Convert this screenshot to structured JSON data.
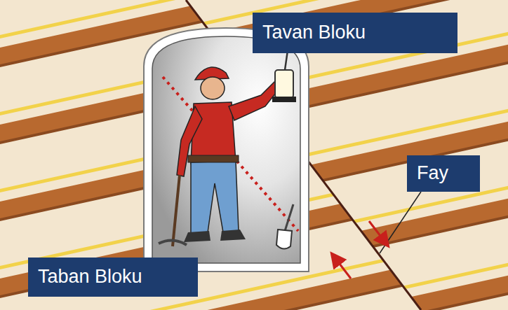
{
  "diagram": {
    "nodes": [
      {
        "text": [
          "Tavan Bloku"
        ]
      },
      {
        "text": [
          "Fay"
        ]
      },
      {
        "text": [
          "Taban Bloku"
        ]
      }
    ]
  }
}
